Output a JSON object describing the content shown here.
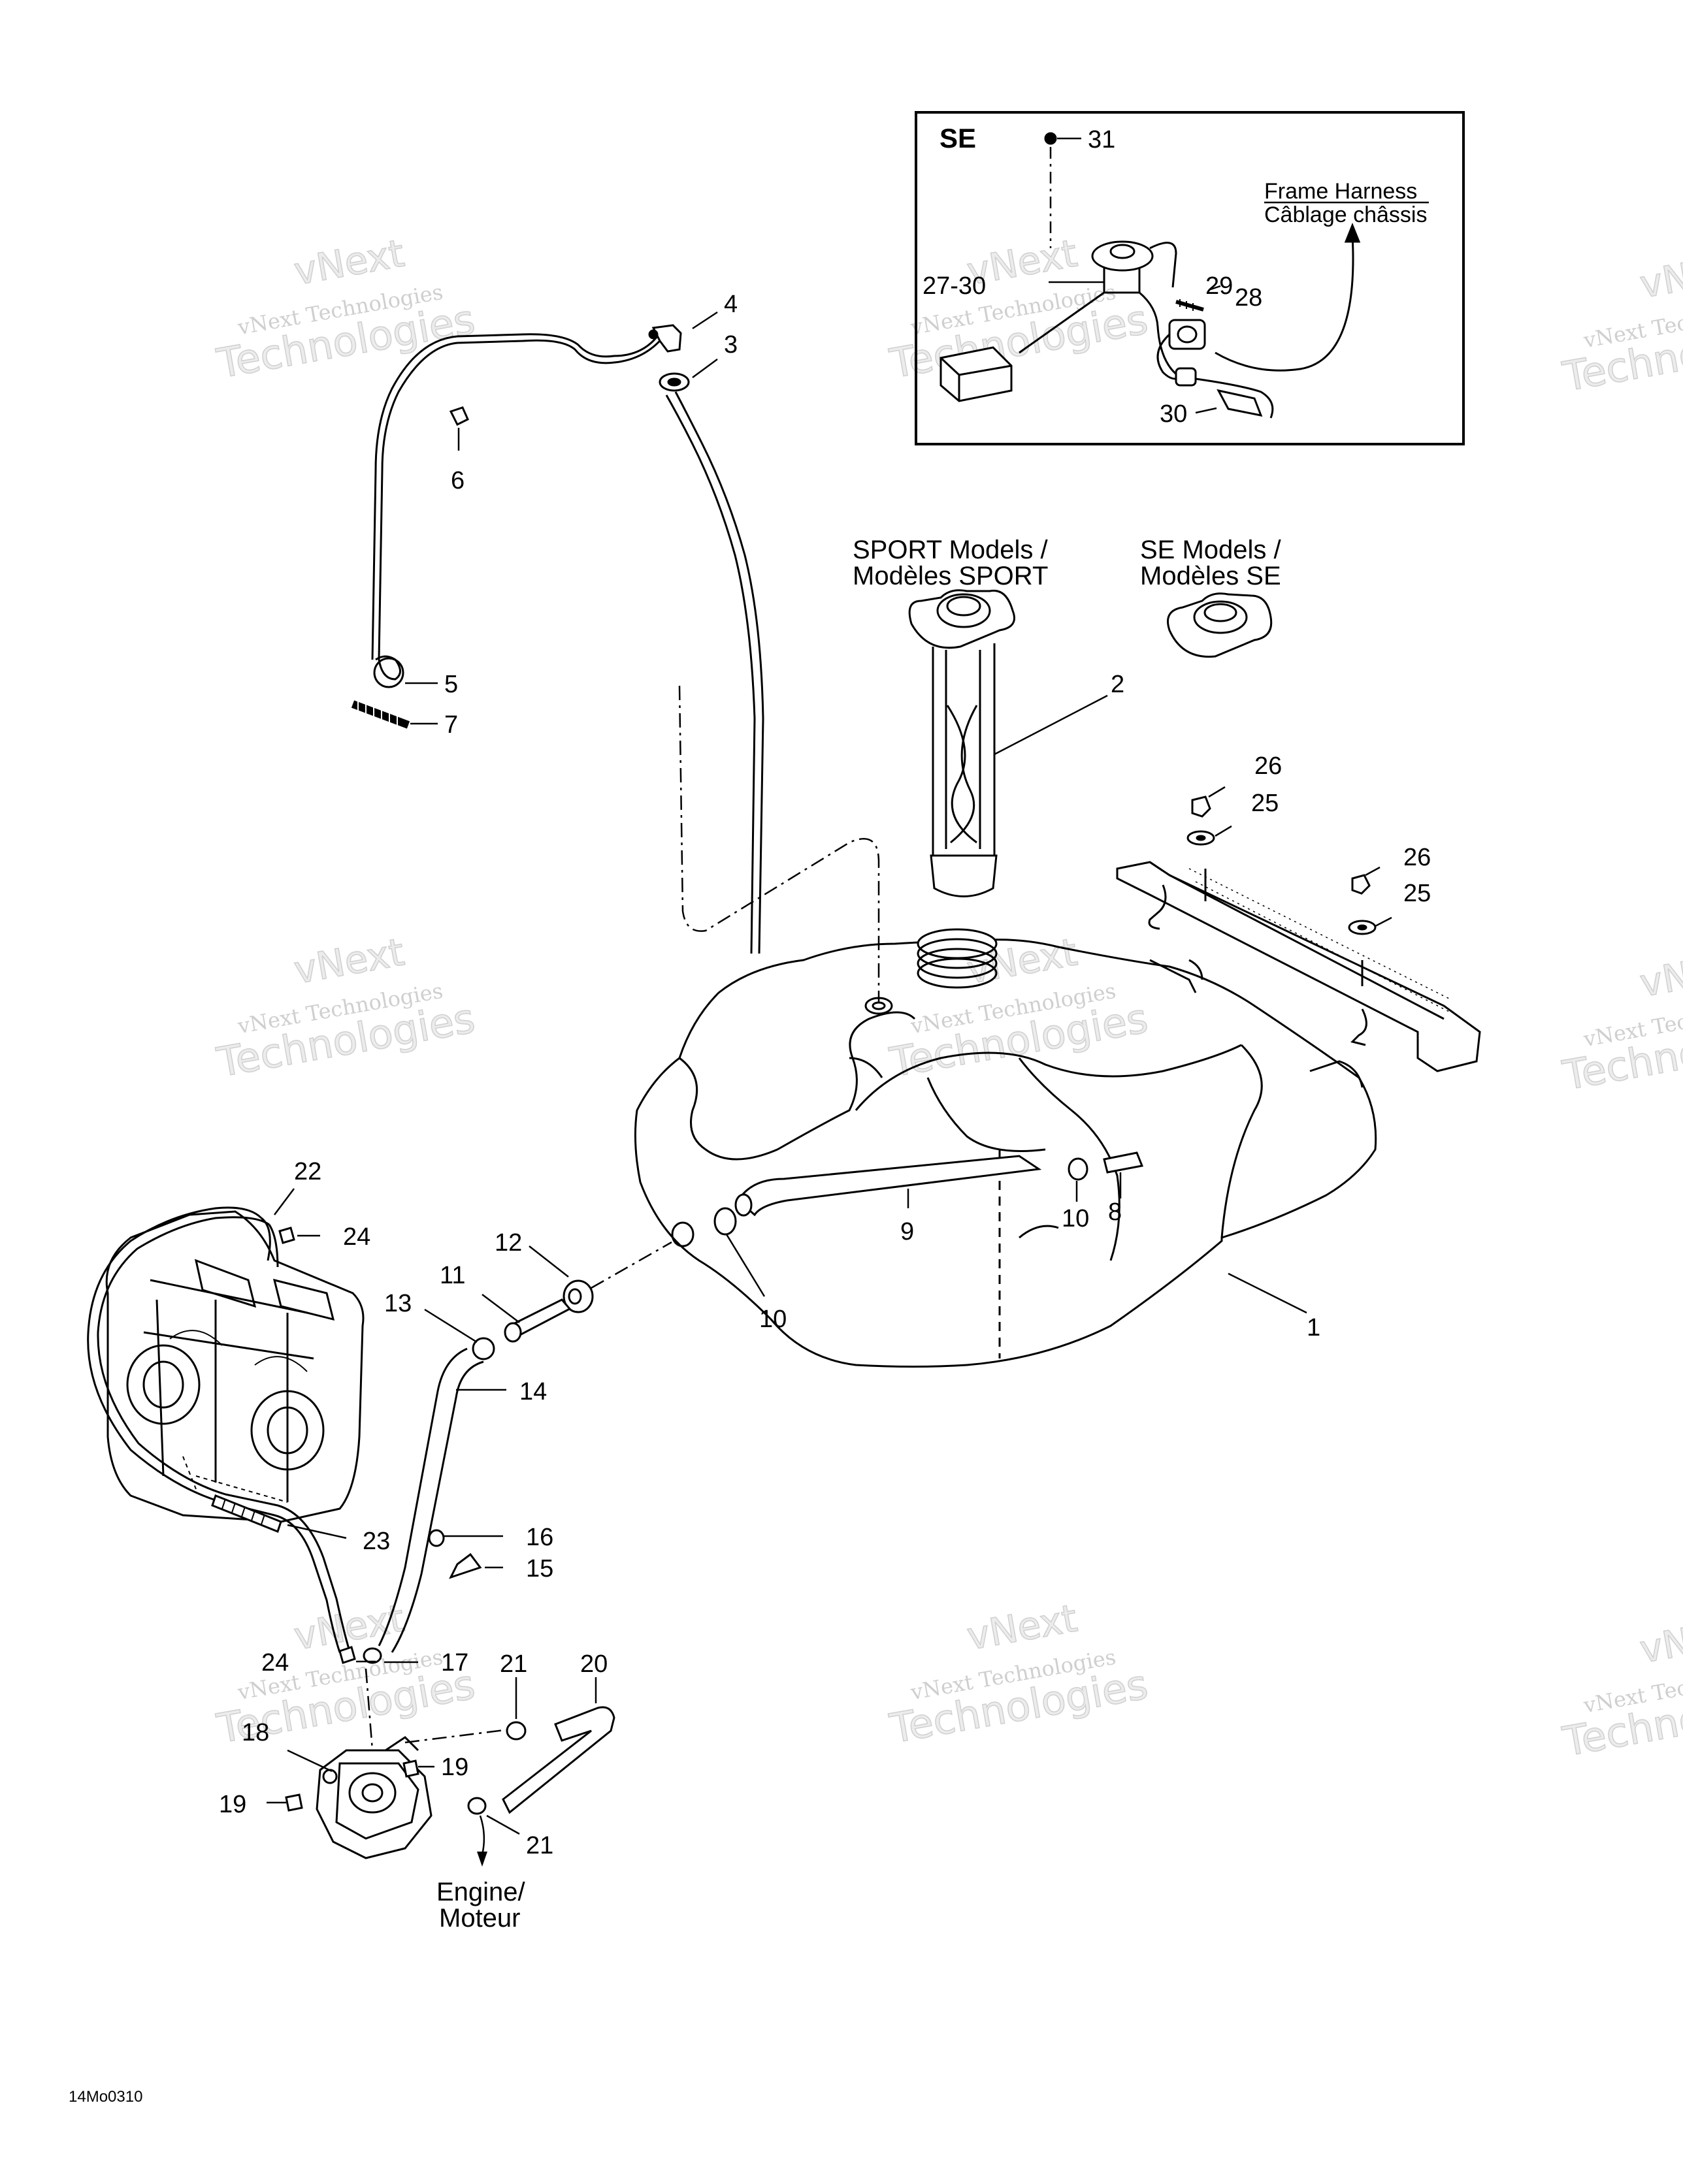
{
  "inset": {
    "title": "SE",
    "harness_line1": "Frame Harness",
    "harness_line2": "Câblage châssis"
  },
  "captions": {
    "sport_line1": "SPORT Models /",
    "sport_line2": "Modèles SPORT",
    "se_line1": "SE Models /",
    "se_line2": "Modèles SE",
    "engine_line1": "Engine/",
    "engine_line2": "Moteur"
  },
  "callouts": {
    "c1": "1",
    "c2": "2",
    "c3": "3",
    "c4": "4",
    "c5": "5",
    "c6": "6",
    "c7": "7",
    "c8": "8",
    "c9": "9",
    "c10a": "10",
    "c10b": "10",
    "c11": "11",
    "c12": "12",
    "c13": "13",
    "c14": "14",
    "c15": "15",
    "c16": "16",
    "c17": "17",
    "c18": "18",
    "c19a": "19",
    "c19b": "19",
    "c20": "20",
    "c21a": "21",
    "c21b": "21",
    "c22": "22",
    "c23": "23",
    "c24a": "24",
    "c24b": "24",
    "c25a": "25",
    "c25b": "25",
    "c26a": "26",
    "c26b": "26",
    "c27_30": "27-30",
    "c28": "28",
    "c29": "29",
    "c30": "30",
    "c31": "31"
  },
  "figure_code": "14Mo0310",
  "watermark": {
    "line1": "vNext",
    "line2": "vNext Technologies",
    "line3": "Technologies"
  }
}
